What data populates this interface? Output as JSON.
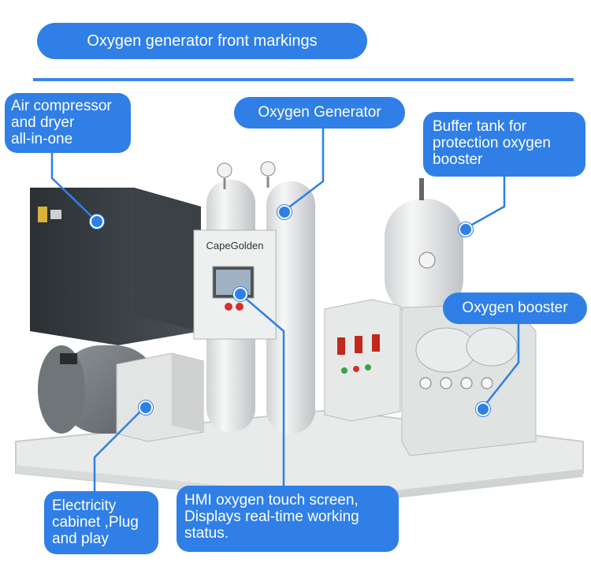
{
  "header": {
    "title": "Oxygen generator front markings"
  },
  "labels": {
    "air_compressor": "Air compressor\nand dryer\nall-in-one",
    "oxygen_generator": "Oxygen Generator",
    "buffer_tank": "Buffer tank for\nprotection oxygen\nbooster",
    "oxygen_booster": "Oxygen booster",
    "electricity_cabinet": "Electricity\ncabinet ,Plug\nand play",
    "hmi": "HMI oxygen touch screen,\nDisplays real-time working\nstatus."
  },
  "brand": {
    "logo_text": "CapeGolden"
  },
  "colors": {
    "accent": "#2f7fe6",
    "divider": "#3a86e8"
  }
}
